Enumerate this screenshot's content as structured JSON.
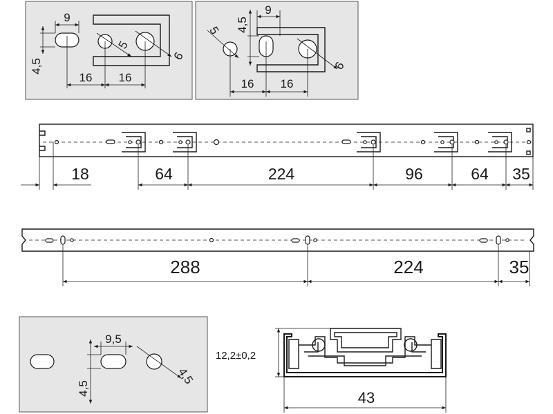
{
  "detail_a": {
    "slot_width": "9",
    "slot_height": "4,5",
    "hole_diameter": "5",
    "outer_diameter": "6",
    "spacing_1": "16",
    "spacing_2": "16"
  },
  "detail_b": {
    "slot_width": "9",
    "slot_height": "4,5",
    "hole_diameter": "5",
    "outer_diameter": "6",
    "spacing_1": "16",
    "spacing_2": "16"
  },
  "rail_top": {
    "dims": [
      "18",
      "64",
      "224",
      "96",
      "64",
      "35"
    ]
  },
  "rail_bottom": {
    "dims": [
      "288",
      "224",
      "35"
    ]
  },
  "detail_c": {
    "slot_width": "9,5",
    "slot_height": "4,5",
    "hole_diameter": "4,5"
  },
  "profile": {
    "height": "12,2±0,2",
    "width": "43"
  }
}
